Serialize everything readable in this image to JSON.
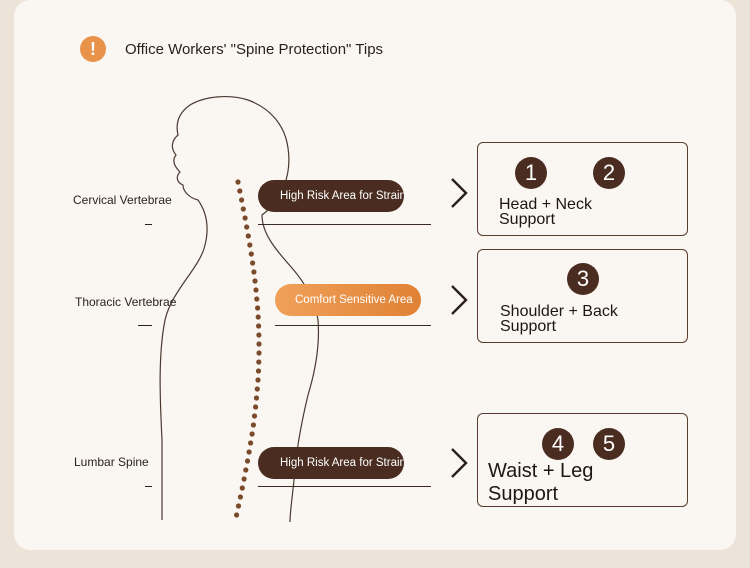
{
  "title": "Office Workers' \"Spine Protection\" Tips",
  "warning_icon": "!",
  "labels": {
    "cervical": "Cervical Vertebrae",
    "thoracic": "Thoracic Vertebrae",
    "lumbar": "Lumbar Spine"
  },
  "pills": {
    "top": "High Risk Area for Strain",
    "middle": "Comfort Sensitive Area",
    "bottom": "High Risk Area for Strain"
  },
  "boxes": {
    "head_neck": {
      "nums": [
        "1",
        "2"
      ],
      "line1": "Head + Neck",
      "line2": "Support"
    },
    "shoulder_back": {
      "nums": [
        "3"
      ],
      "line1": "Shoulder + Back",
      "line2": "Support"
    },
    "waist_leg": {
      "nums": [
        "4",
        "5"
      ],
      "line1": "Waist + Leg",
      "line2": "Support"
    }
  },
  "colors": {
    "dark_brown": "#4a2d20",
    "orange": "#e8924a",
    "background": "#faf6f2"
  }
}
